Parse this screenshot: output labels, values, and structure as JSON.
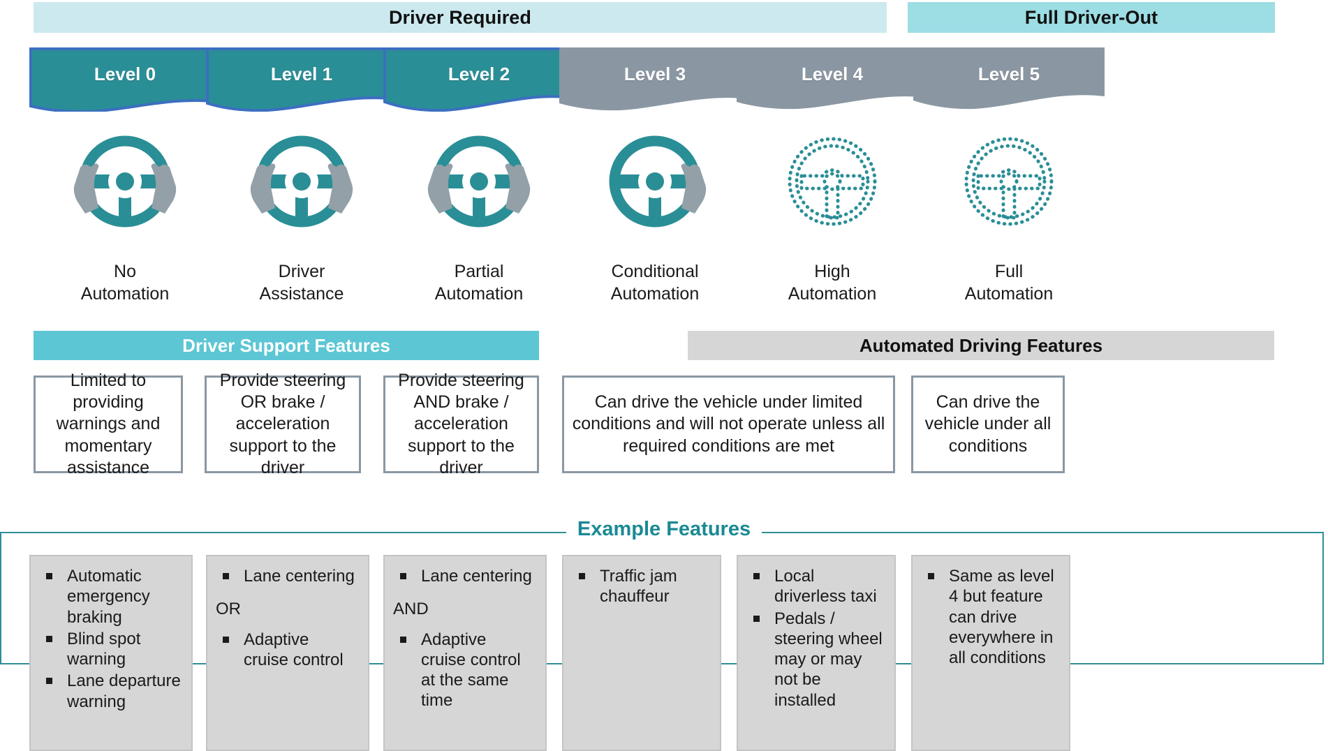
{
  "bands": {
    "driver_required": "Driver Required",
    "full_driver_out": "Full Driver-Out"
  },
  "feature_bands": {
    "driver_support": "Driver Support Features",
    "automated_driving": "Automated Driving Features"
  },
  "example_features_title": "Example Features",
  "levels": [
    {
      "tab": "Level 0",
      "caption": "No\nAutomation",
      "icon": "steering-wheel-two-hands-icon",
      "description": "Limited to providing warnings and momentary assistance",
      "examples": {
        "items": [
          "Automatic emergency braking",
          "Blind spot warning",
          "Lane departure warning"
        ],
        "conjunction": ""
      }
    },
    {
      "tab": "Level 1",
      "caption": "Driver\nAssistance",
      "icon": "steering-wheel-two-hands-icon",
      "description": "Provide steering OR brake / acceleration support to the driver",
      "examples": {
        "items": [
          "Lane centering",
          "Adaptive cruise control"
        ],
        "conjunction": "OR"
      }
    },
    {
      "tab": "Level 2",
      "caption": "Partial\nAutomation",
      "icon": "steering-wheel-two-hands-icon",
      "description": "Provide steering AND brake / acceleration support to the driver",
      "examples": {
        "items": [
          "Lane centering",
          "Adaptive cruise control at the same time"
        ],
        "conjunction": "AND"
      }
    },
    {
      "tab": "Level 3",
      "caption": "Conditional\nAutomation",
      "icon": "steering-wheel-one-hand-icon",
      "description": "Can drive the vehicle under limited conditions and will not operate unless all required conditions are met",
      "examples": {
        "items": [
          "Traffic jam chauffeur"
        ],
        "conjunction": ""
      }
    },
    {
      "tab": "Level 4",
      "caption": "High\nAutomation",
      "icon": "steering-wheel-dotted-icon",
      "description": "",
      "examples": {
        "items": [
          "Local driverless taxi",
          "Pedals / steering wheel may or may not be installed"
        ],
        "conjunction": ""
      }
    },
    {
      "tab": "Level 5",
      "caption": "Full\nAutomation",
      "icon": "steering-wheel-dotted-icon",
      "description": "Can drive the vehicle under all conditions",
      "examples": {
        "items": [
          "Same as level 4 but feature can drive everywhere in all conditions"
        ],
        "conjunction": ""
      }
    }
  ],
  "descriptions": [
    {
      "text": "Limited to providing warnings and momentary assistance"
    },
    {
      "text": "Provide steering OR brake / acceleration support to the driver"
    },
    {
      "text": "Provide steering AND brake / acceleration support to the driver"
    },
    {
      "text": "Can drive the vehicle under limited conditions and will not operate unless all required conditions are met"
    },
    {
      "text": "Can drive the vehicle under all conditions"
    }
  ],
  "colors": {
    "teal": "#2a8e96",
    "teal_dark": "#1a8a94",
    "tab_blue_border": "#3b6fc0",
    "gray_tab": "#8a97a3",
    "band_light_cyan": "#cce9ef",
    "band_cyan": "#9ddde4",
    "band_support": "#5cc6d4",
    "band_automated": "#d6d6d6",
    "example_box_bg": "#d6d6d6",
    "hand_gray": "#93a0a8",
    "box_border": "#8a97a3"
  }
}
